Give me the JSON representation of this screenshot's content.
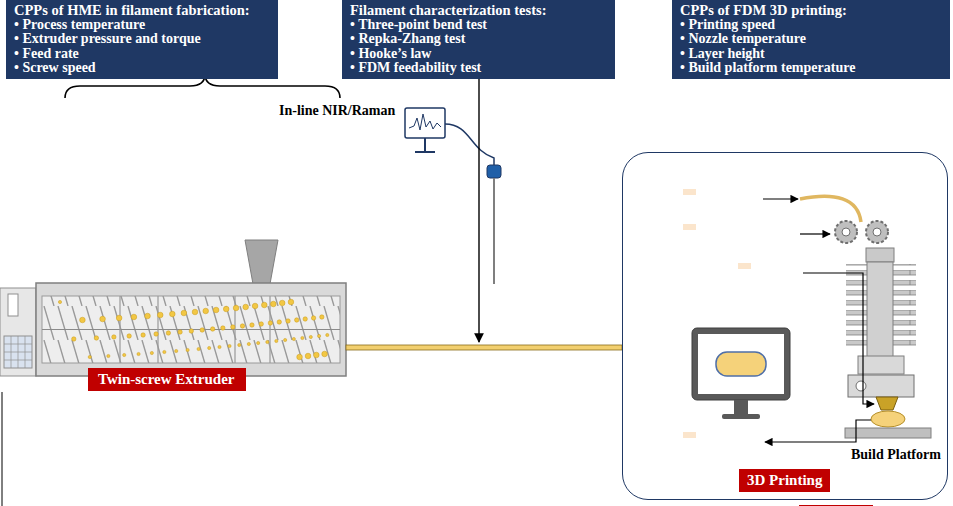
{
  "diagram": {
    "nodes": [
      {
        "text": [
          "CPPs of HME in filament fabrication:",
          "• Process temperature",
          "• Extruder pressure and torque",
          "• Feed rate",
          "• Screw speed"
        ]
      },
      {
        "text": [
          "Filament characterization tests:",
          "• Three-point bend test",
          "• Repka-Zhang test",
          "• Hooke’s law",
          "• FDM feedability test"
        ]
      },
      {
        "text": [
          "CPPs of FDM 3D printing:",
          "• Printing speed",
          "• Nozzle temperature",
          "• Layer height",
          "• Build platform temperature"
        ]
      },
      {
        "text": [
          "3D Printing"
        ]
      },
      {
        "text": [
          "Filament"
        ],
        "in": 3
      },
      {
        "text": [
          "Gear rollers"
        ],
        "in": 3
      },
      {
        "text": [
          "Nozzle"
        ],
        "in": 3
      },
      {
        "text": [
          "Printlet"
        ],
        "in": 3
      },
      {
        "text": [
          "Twin-screw Extruder"
        ]
      }
    ],
    "labels": [
      "In-line NIR/Raman",
      "Build Platform"
    ]
  }
}
